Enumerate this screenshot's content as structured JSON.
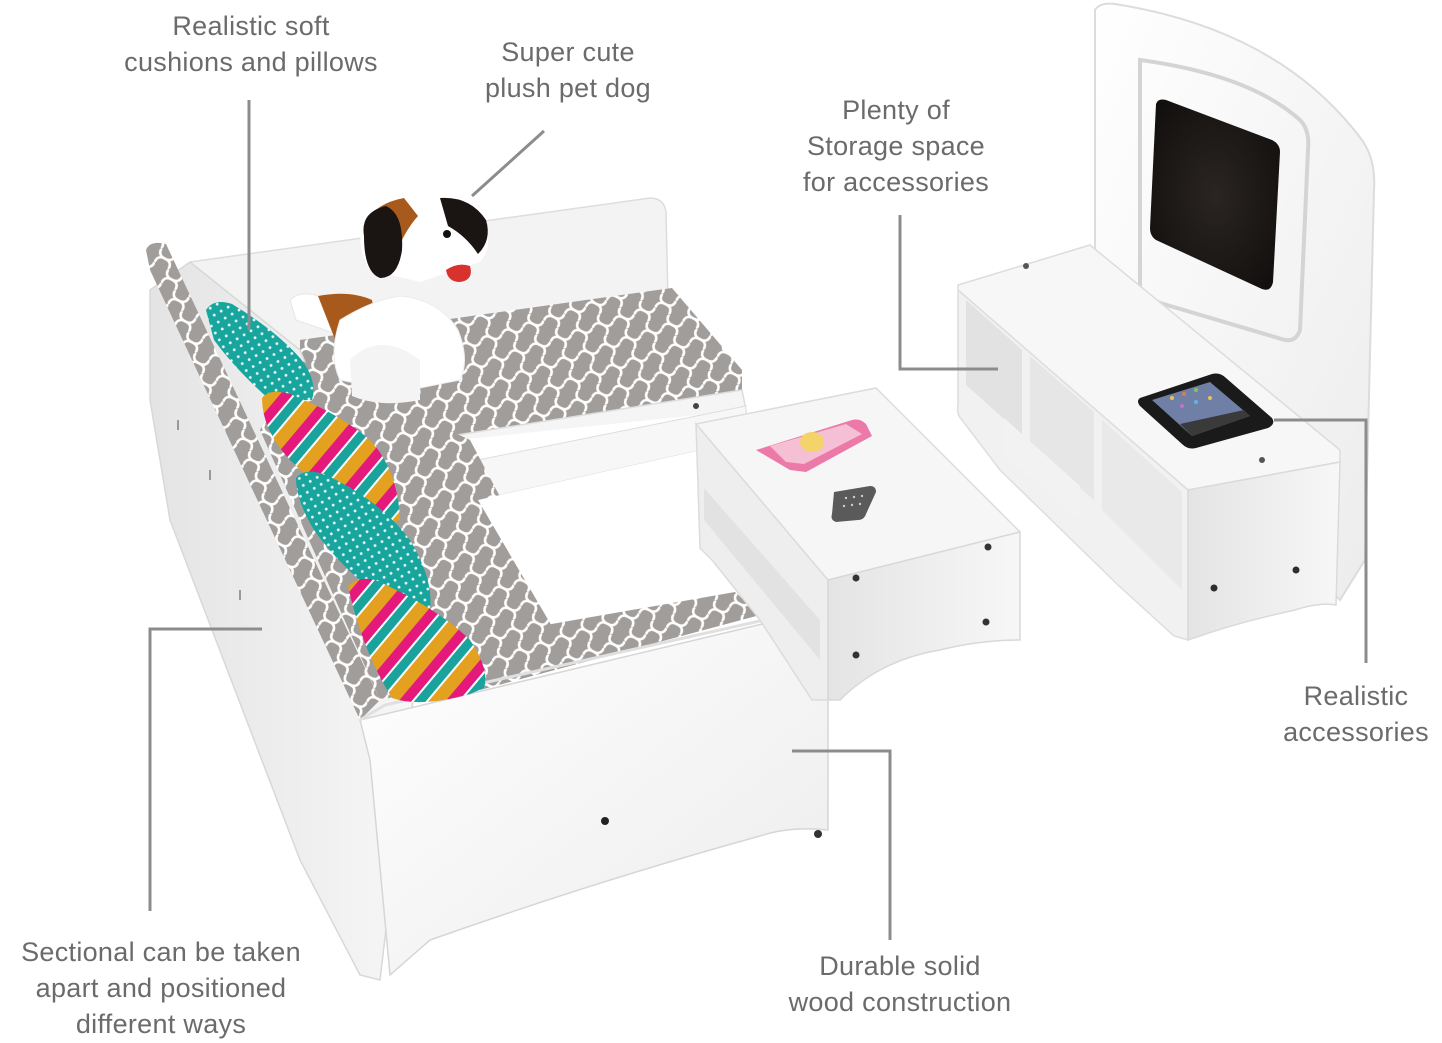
{
  "image": {
    "description": "Doll living room furniture set with annotated feature callouts",
    "background_color": "#ffffff",
    "callout_text_color": "#6b6b6b",
    "leader_line_color": "#8c8c8c"
  },
  "callouts": [
    {
      "id": "cushions",
      "lines": [
        "Realistic soft",
        "cushions and pillows"
      ]
    },
    {
      "id": "dog",
      "lines": [
        "Super cute",
        "plush pet dog"
      ]
    },
    {
      "id": "storage",
      "lines": [
        "Plenty of",
        "Storage space",
        "for accessories"
      ]
    },
    {
      "id": "accessories",
      "lines": [
        "Realistic",
        "accessories"
      ]
    },
    {
      "id": "sectional",
      "lines": [
        "Sectional can be taken",
        "apart and positioned",
        "different ways"
      ]
    },
    {
      "id": "wood",
      "lines": [
        "Durable solid",
        "wood construction"
      ]
    }
  ],
  "products": {
    "sectional_sofa": {
      "color": "#ffffff",
      "cushion_pattern": "gray quatrefoil",
      "cushion_color": "#9e9a97"
    },
    "pillows": [
      {
        "pattern": "polka dot",
        "color": "#19a8a0"
      },
      {
        "pattern": "stripes",
        "colors": [
          "#e4197b",
          "#1aa39c",
          "#e3a11f",
          "#ffffff"
        ]
      },
      {
        "pattern": "polka dot",
        "color": "#19a8a0"
      },
      {
        "pattern": "stripes",
        "colors": [
          "#e4197b",
          "#1aa39c",
          "#e3a11f",
          "#ffffff"
        ]
      }
    ],
    "plush_dog": {
      "breed": "St. Bernard",
      "colors": [
        "#ffffff",
        "#a85a1c",
        "#1a1412",
        "#d8322e"
      ]
    },
    "coffee_table": {
      "items": [
        "magazine",
        "remote control"
      ]
    },
    "tv_stand": {
      "cubbies": 3,
      "items": [
        "tv screen",
        "tablet"
      ]
    }
  }
}
